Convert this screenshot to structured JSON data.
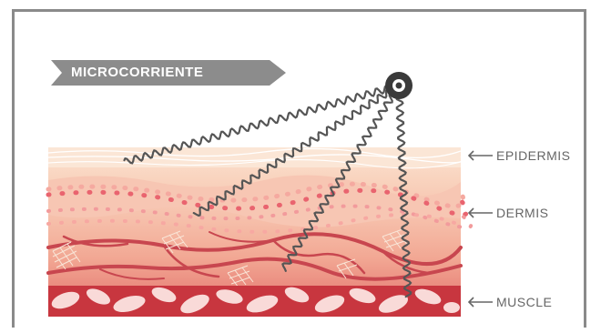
{
  "banner": {
    "label": "MICROCORRIENTE"
  },
  "layers": {
    "epidermis": "EPIDERMIS",
    "dermis": "DERMIS",
    "muscle": "MUSCLE"
  },
  "colors": {
    "frame": "#8a8a8a",
    "banner": "#8c8c8c",
    "epidermis": "#f9d9c4",
    "dermis": "#f5b9a4",
    "deep_dermis": "#ee9b8e",
    "muscle": "#c8363f",
    "vessel": "#c8464f",
    "wave": "#555555",
    "electrode": "#3a3a3a",
    "label": "#666666"
  }
}
